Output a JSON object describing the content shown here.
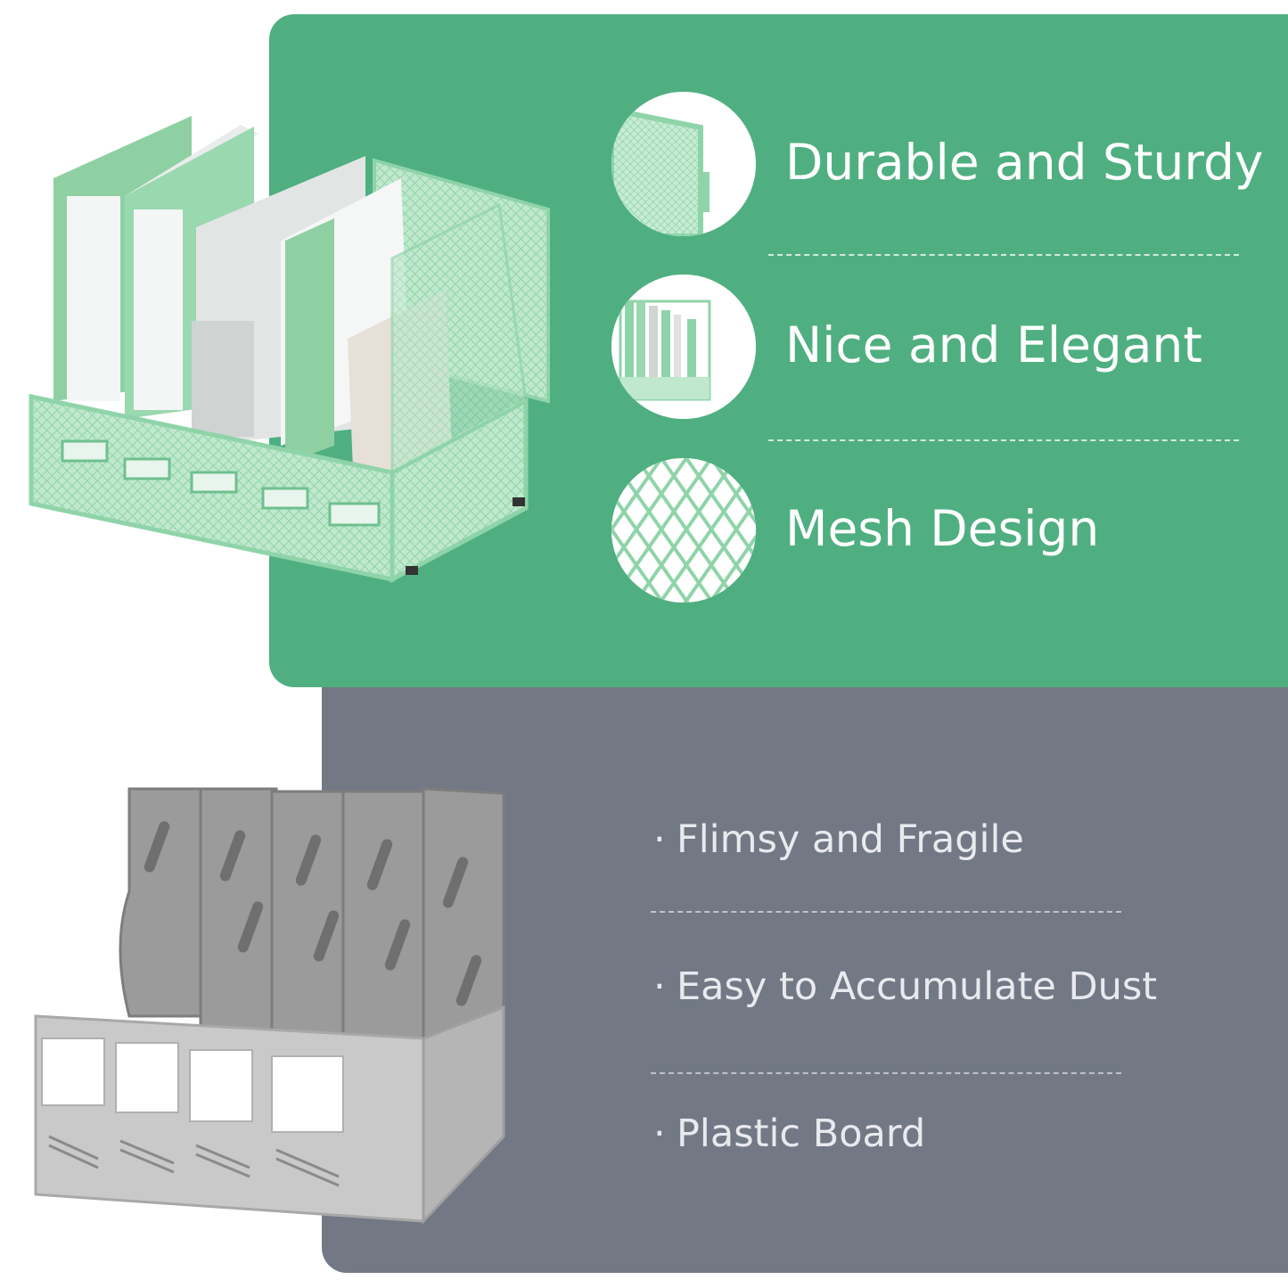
{
  "colors": {
    "green_panel": "#4faf80",
    "gray_panel": "#727985",
    "mint": "#8fd4a9",
    "plastic_gray": "#9a9a9a"
  },
  "pros": [
    {
      "label": "Durable and Sturdy",
      "icon": "mesh-corner-icon"
    },
    {
      "label": "Nice and Elegant",
      "icon": "organizer-thumbnail-icon"
    },
    {
      "label": "Mesh Design",
      "icon": "diamond-mesh-icon"
    }
  ],
  "cons": [
    {
      "bullet": "·",
      "label": "Flimsy and Fragile"
    },
    {
      "bullet": "·",
      "label": "Easy to Accumulate Dust"
    },
    {
      "bullet": "·",
      "label": "Plastic Board"
    }
  ]
}
